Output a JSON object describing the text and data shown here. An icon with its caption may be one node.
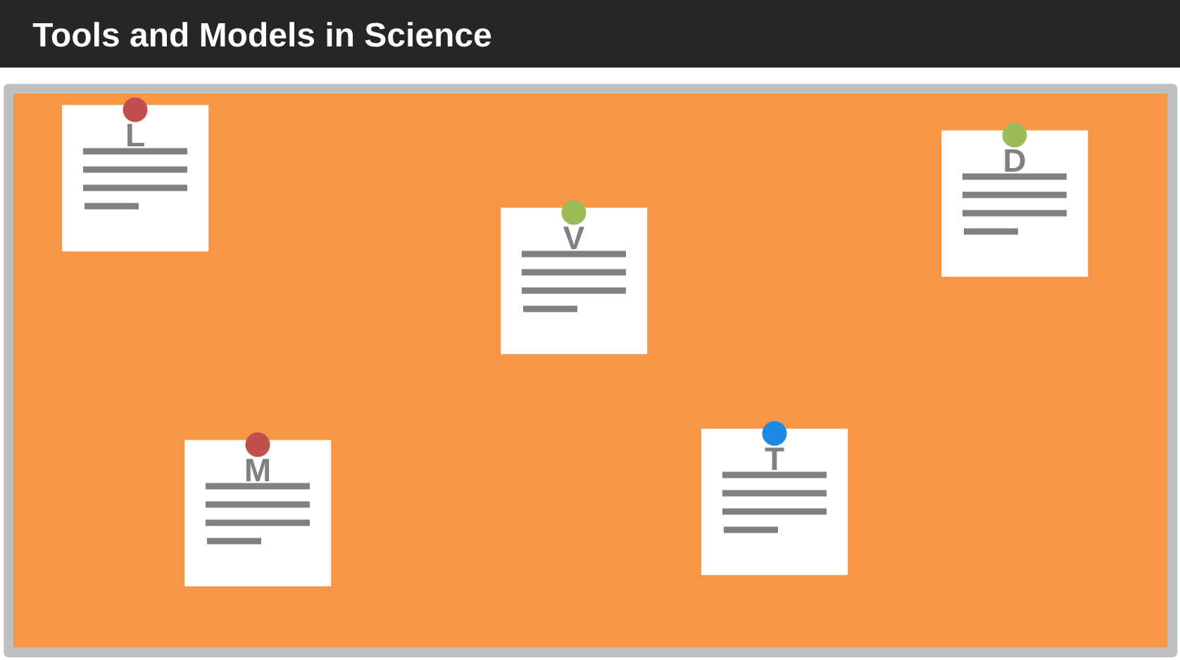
{
  "diagram": {
    "title": "Tools and Models in Science",
    "nodes": [
      {
        "text": [],
        "shape": "box"
      },
      {
        "text": [
          "L"
        ],
        "in": 0
      },
      {
        "text": [
          "V"
        ],
        "in": 0
      },
      {
        "text": [
          "D"
        ],
        "in": 0
      },
      {
        "text": [
          "M"
        ],
        "in": 0
      },
      {
        "text": [
          "T"
        ],
        "in": 0
      }
    ]
  }
}
